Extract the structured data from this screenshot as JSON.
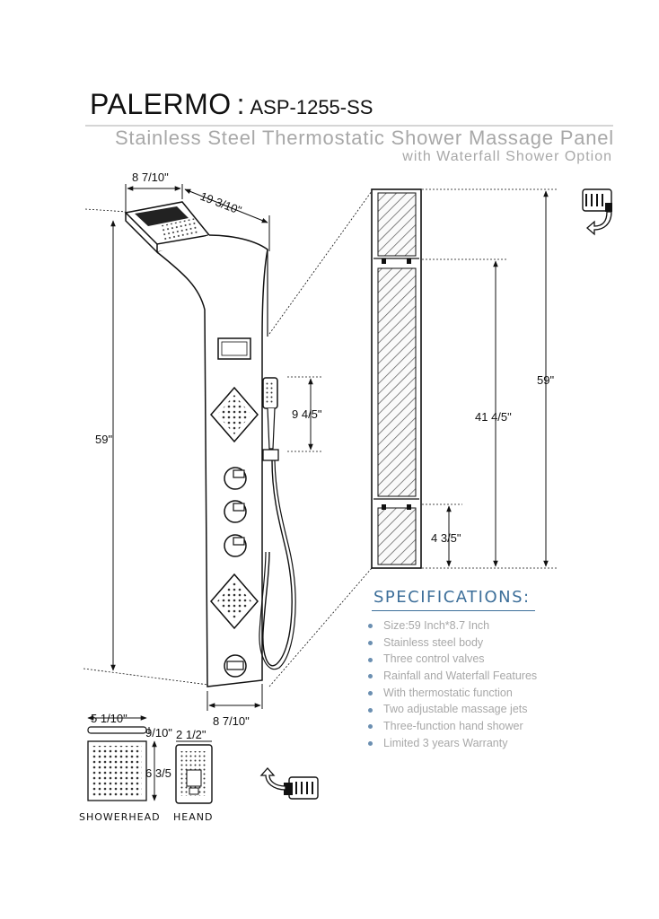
{
  "header": {
    "brand": "PALERMO",
    "separator": ":",
    "model": "ASP-1255-SS",
    "subtitle": "Stainless Steel Thermostatic Shower Massage Panel",
    "subtitle2": "with Waterfall Shower Option"
  },
  "dimensions": {
    "top_width": "8 7/10\"",
    "top_depth": "19 3/10\"",
    "panel_height": "59\"",
    "handshower_height": "9 4/5\"",
    "bottom_width": "8 7/10\"",
    "side_height": "59\"",
    "side_middle": "41 4/5\"",
    "side_bottom": "4 3/5\""
  },
  "specifications": {
    "heading": "SPECIFICATIONS:",
    "items": [
      "Size:59 Inch*8.7 Inch",
      "Stainless steel body",
      "Three control valves",
      "Rainfall and Waterfall Features",
      "With thermostatic function",
      "Two adjustable massage jets",
      "Three-function hand shower",
      "Limited 3 years Warranty"
    ]
  },
  "details": {
    "showerhead_width": "5 1/10\"",
    "showerhead_thickness": "9/10\"",
    "showerhead_depth": "6 3/5",
    "handshower_width": "2 1/2\"",
    "showerhead_label": "SHOWERHEAD",
    "handshower_label": "HEAND"
  },
  "icons": {
    "rotate_top": "rotate-arrow-icon",
    "rotate_bottom": "rotate-arrow-icon"
  }
}
